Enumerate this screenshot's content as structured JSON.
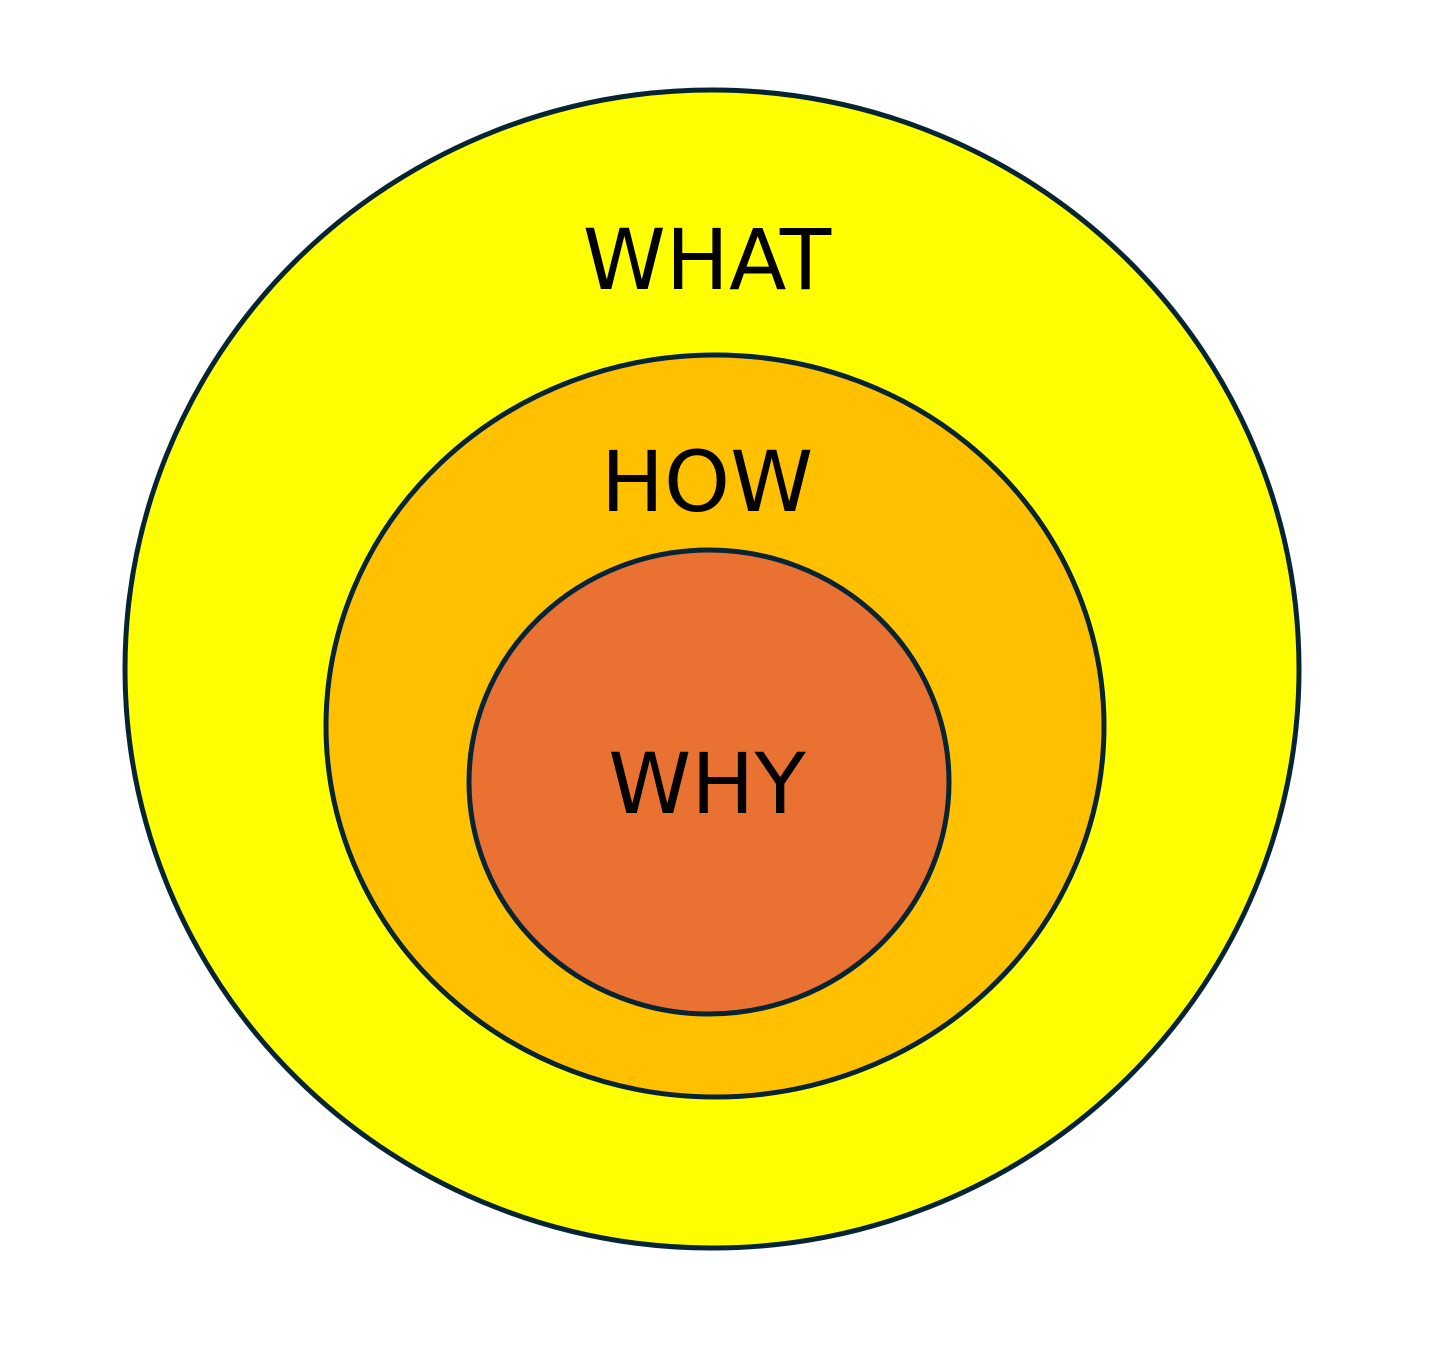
{
  "diagram": {
    "type": "golden-circle",
    "stroke_color": "#062433",
    "rings": [
      {
        "id": "outer",
        "label": "WHAT",
        "fill": "#FFFF00"
      },
      {
        "id": "middle",
        "label": "HOW",
        "fill": "#FFC000"
      },
      {
        "id": "inner",
        "label": "WHY",
        "fill": "#E97132"
      }
    ]
  }
}
